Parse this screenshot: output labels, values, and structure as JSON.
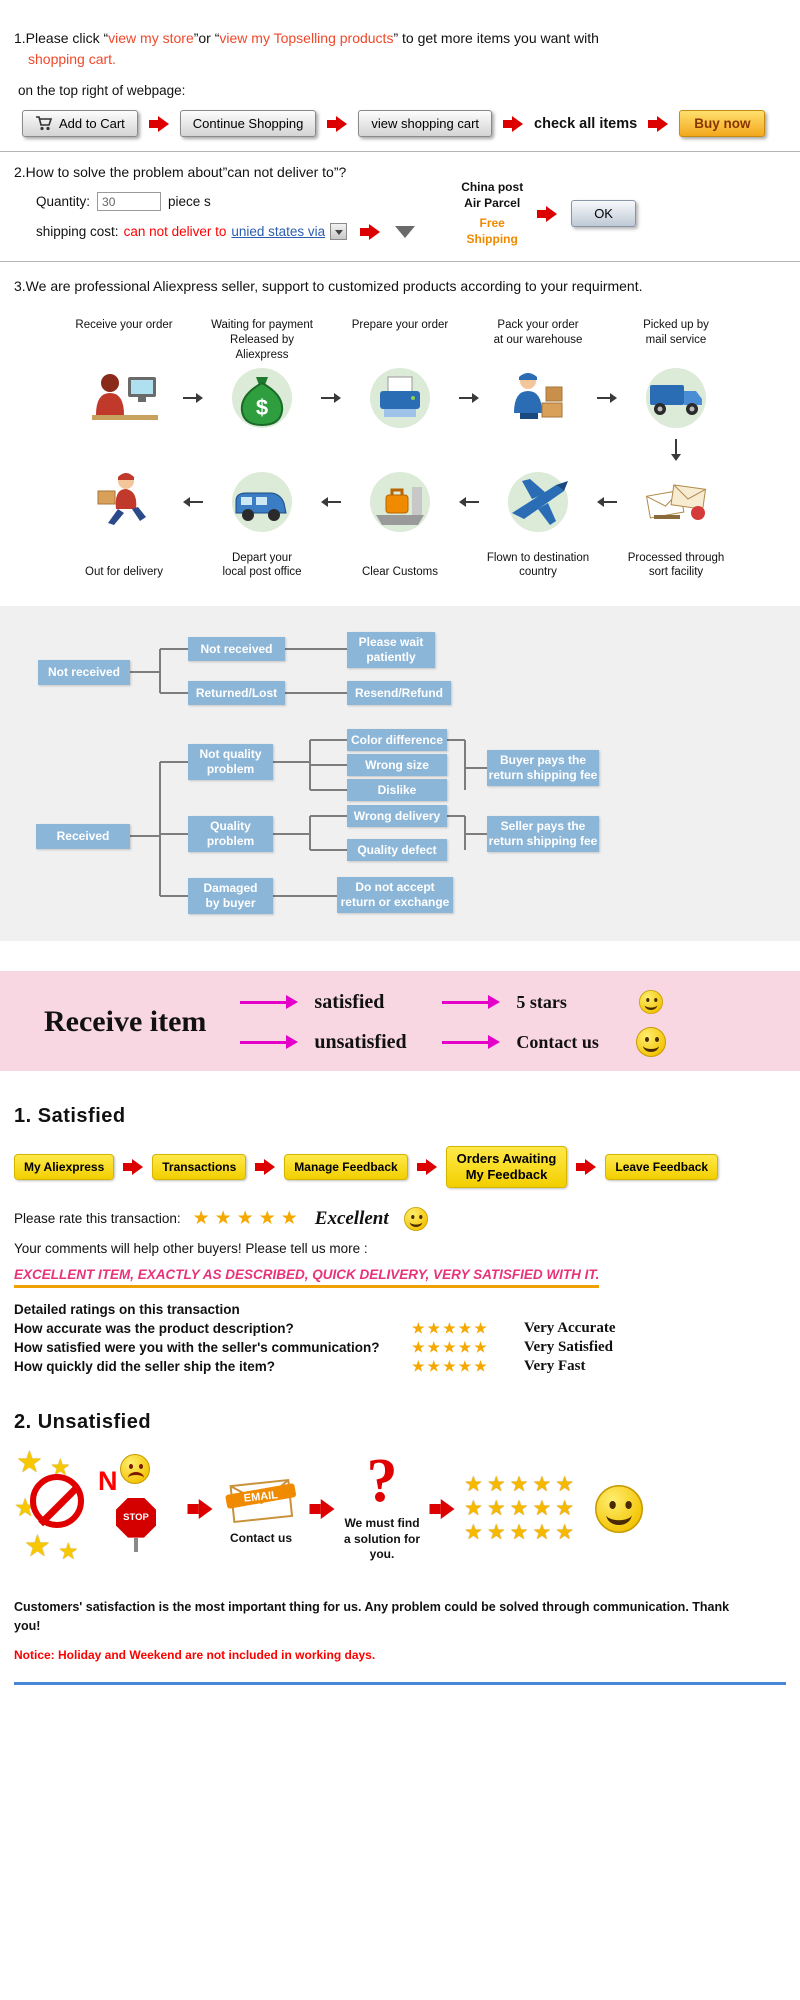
{
  "colors": {
    "arrow_red": "#dd0000",
    "link_red": "#f0482a",
    "plain_red": "#ff0000",
    "link_blue": "#2a5db0",
    "flow_box_blue": "#8cb6d8",
    "flowchart_bg": "#f0f0f0",
    "pink_banner_bg": "#f8d7e3",
    "magenta_arrow": "#e400c8",
    "yellow_button": "#f2cf00",
    "star_gold": "#f5a800",
    "free_shipping_orange": "#f08a00",
    "buy_now_orange": "#f3a81d",
    "sample_pink": "#e8337a",
    "bottom_line_blue": "#4a86d8"
  },
  "section1": {
    "intro_prefix": "1.Please click “",
    "link_store": "view my store",
    "intro_mid1": "”or “",
    "link_topselling": "view my Topselling products",
    "intro_mid2": "” to get more items you want with",
    "link_cart": "shopping cart.",
    "line2": "on the top right of webpage:",
    "buttons": {
      "add_to_cart": "Add to Cart",
      "continue_shopping": "Continue Shopping",
      "view_shopping_cart": "view shopping cart",
      "check_all_items": "check all items",
      "buy_now": "Buy now"
    }
  },
  "section2": {
    "title": "2.How to solve the problem about”can not deliver to”?",
    "quantity_label": "Quantity:",
    "quantity_value": "30",
    "quantity_suffix": "piece s",
    "shipping_label": "shipping cost:",
    "shipping_problem": "can not deliver to",
    "shipping_link": "unied states via",
    "carrier_line1": "China post",
    "carrier_line2": "Air Parcel",
    "free_line1": "Free",
    "free_line2": "Shipping",
    "ok_button": "OK"
  },
  "section3": {
    "title": "3.We are professional Aliexpress seller, support to customized products according to your requirment.",
    "dollar": "$",
    "top_labels": [
      "Receive your order",
      "Waiting for payment\nReleased by Aliexpress",
      "Prepare your order",
      "Pack your order\nat our warehouse",
      "Picked up by\nmail service"
    ],
    "bottom_labels": [
      "Out for delivery",
      "Depart your\nlocal post office",
      "Clear Customs",
      "Flown to destination\ncountry",
      "Processed through\nsort facility"
    ]
  },
  "flowchart": {
    "root_not_received": "Not received",
    "root_received": "Received",
    "branch_not_received": "Not received",
    "branch_returned_lost": "Returned/Lost",
    "result_wait": "Please wait\npatiently",
    "result_resend": "Resend/Refund",
    "branch_not_quality": "Not quality\nproblem",
    "branch_quality": "Quality\nproblem",
    "branch_damaged": "Damaged\nby buyer",
    "opt_color": "Color difference",
    "opt_size": "Wrong size",
    "opt_dislike": "Dislike",
    "opt_wrong_delivery": "Wrong delivery",
    "opt_defect": "Quality defect",
    "opt_no_return": "Do not accept\nreturn or exchange",
    "result_buyer_pays": "Buyer pays the\nreturn shipping fee",
    "result_seller_pays": "Seller pays the\nreturn shipping fee"
  },
  "banner": {
    "title": "Receive item",
    "satisfied": "satisfied",
    "unsatisfied": "unsatisfied",
    "five_stars": "5 stars",
    "contact_us": "Contact us"
  },
  "satisfied": {
    "heading": "1. Satisfied",
    "nav": [
      "My Aliexpress",
      "Transactions",
      "Manage Feedback",
      "Orders Awaiting\nMy Feedback",
      "Leave Feedback"
    ],
    "rate_label": "Please rate this transaction:",
    "stars": "★★★★★",
    "excellent": "Excellent",
    "comments_hint": "Your comments will help other buyers! Please tell us more :",
    "sample_feedback": "EXCELLENT ITEM, EXACTLY AS DESCRIBED, QUICK DELIVERY, VERY SATISFIED WITH IT.",
    "ratings_heading": "Detailed ratings on this transaction",
    "questions": [
      {
        "q": "How accurate was the product description?",
        "a": "Very Accurate"
      },
      {
        "q": "How satisfied were you with the seller's communication?",
        "a": "Very Satisfied"
      },
      {
        "q": "How quickly did the seller ship the item?",
        "a": "Very Fast"
      }
    ]
  },
  "unsatisfied": {
    "heading": "2. Unsatisfied",
    "no_letter": "N",
    "stop_sign": "STOP",
    "email_label": "EMAIL",
    "contact_us": "Contact us",
    "solution_text": "We must find\na solution for\nyou.",
    "question_mark": "?",
    "star_char": "★",
    "stars_row": "★★★★★"
  },
  "footer": {
    "message": "Customers' satisfaction is the most important thing for us. Any problem could be solved through communication. Thank you!",
    "notice": "Notice: Holiday and Weekend are not included in working days."
  }
}
